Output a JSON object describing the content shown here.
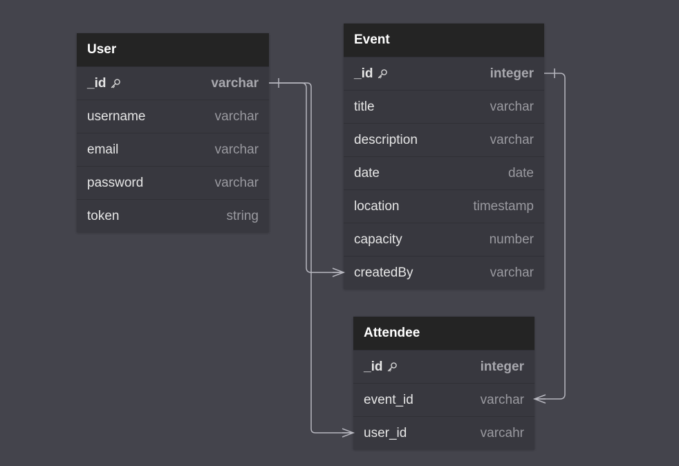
{
  "tables": {
    "user": {
      "name": "User",
      "fields": [
        {
          "name": "_id",
          "type": "varchar"
        },
        {
          "name": "username",
          "type": "varchar"
        },
        {
          "name": "email",
          "type": "varchar"
        },
        {
          "name": "password",
          "type": "varchar"
        },
        {
          "name": "token",
          "type": "string"
        }
      ]
    },
    "event": {
      "name": "Event",
      "fields": [
        {
          "name": "_id",
          "type": "integer"
        },
        {
          "name": "title",
          "type": "varchar"
        },
        {
          "name": "description",
          "type": "varchar"
        },
        {
          "name": "date",
          "type": "date"
        },
        {
          "name": "location",
          "type": "timestamp"
        },
        {
          "name": "capacity",
          "type": "number"
        },
        {
          "name": "createdBy",
          "type": "varchar"
        }
      ]
    },
    "attendee": {
      "name": "Attendee",
      "fields": [
        {
          "name": "_id",
          "type": "integer"
        },
        {
          "name": "event_id",
          "type": "varchar"
        },
        {
          "name": "user_id",
          "type": "varcahr"
        }
      ]
    }
  },
  "relationships": [
    {
      "from": "User._id",
      "to": "Event.createdBy",
      "cardinality": "one-to-many"
    },
    {
      "from": "User._id",
      "to": "Attendee.user_id",
      "cardinality": "one-to-many"
    },
    {
      "from": "Event._id",
      "to": "Attendee.event_id",
      "cardinality": "one-to-many"
    }
  ],
  "icons": {
    "primary_key": "key-icon"
  },
  "colors": {
    "background": "#44444c",
    "table_body": "#38383f",
    "table_header": "#242424",
    "connector": "#b8b8c0"
  }
}
